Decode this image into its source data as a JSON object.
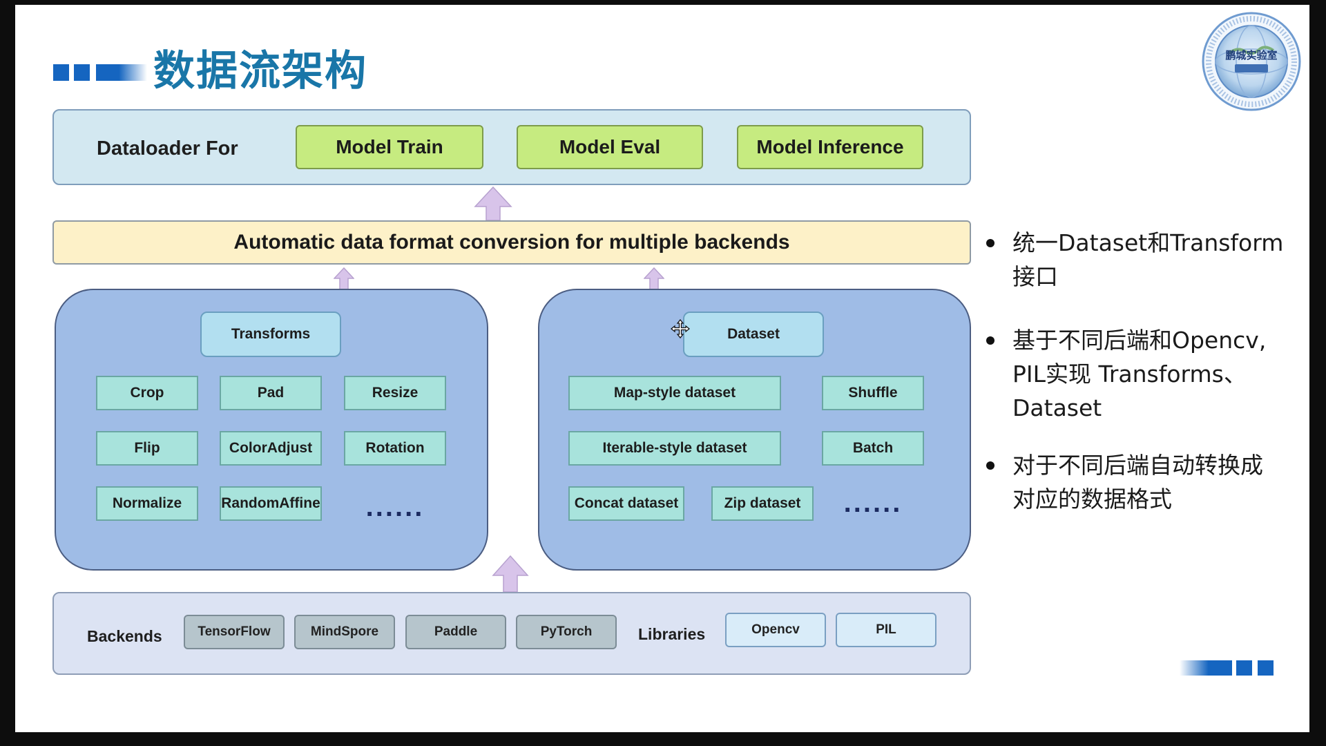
{
  "title": "数据流架构",
  "dataloader": {
    "label": "Dataloader For",
    "modes": [
      "Model Train",
      "Model Eval",
      "Model Inference"
    ]
  },
  "conversion": {
    "label": "Automatic data format conversion for multiple backends"
  },
  "transforms": {
    "header": "Transforms",
    "items": [
      "Crop",
      "Pad",
      "Resize",
      "Flip",
      "ColorAdjust",
      "Rotation",
      "Normalize",
      "RandomAffine"
    ],
    "more": "......"
  },
  "dataset": {
    "header": "Dataset",
    "items": [
      "Map-style dataset",
      "Shuffle",
      "Iterable-style dataset",
      "Batch",
      "Concat dataset",
      "Zip dataset"
    ],
    "more": "......"
  },
  "backends": {
    "label": "Backends",
    "items": [
      "TensorFlow",
      "MindSpore",
      "Paddle",
      "PyTorch"
    ]
  },
  "libraries": {
    "label": "Libraries",
    "items": [
      "Opencv",
      "PIL"
    ]
  },
  "bullets": [
    {
      "lines": [
        "统一Dataset和Transform",
        "接口"
      ]
    },
    {
      "lines": [
        "基于不同后端和Opencv,",
        "PIL实现 Transforms、",
        "Dataset"
      ]
    },
    {
      "lines": [
        "对于不同后端自动转换成",
        "对应的数据格式"
      ]
    }
  ],
  "colors": {
    "title": "#1976a8",
    "accent_blue": "#1565c0",
    "mode_green": "#c6eb80",
    "conversion_yellow": "#fdf1c8",
    "group_blue": "#9fbce6",
    "item_teal": "#a8e3dc",
    "arrow_lilac": "#d8c4ea"
  },
  "logo": {
    "icon": "institution-seal-logo",
    "seal_text": "鹏城实验室"
  }
}
